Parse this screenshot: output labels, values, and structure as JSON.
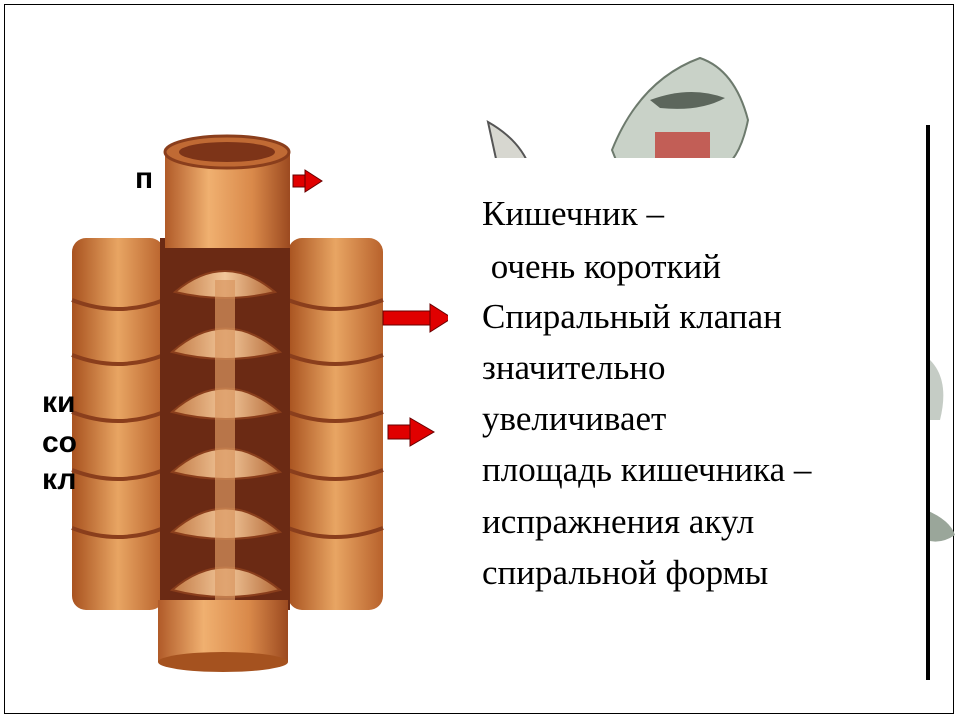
{
  "slide": {
    "lines": [
      "Кишечник –",
      " очень короткий",
      "Спиральный клапан",
      "значительно",
      "увеличивает",
      "площадь кишечника –",
      "испражнения акул",
      "спиральной формы"
    ],
    "partial_labels": [
      "п",
      "ки",
      "со",
      "кл"
    ]
  },
  "colors": {
    "intestine_main": "#d98a4a",
    "intestine_dark": "#8a3e1c",
    "arrow": "#e00000",
    "shark": "#c8d0c8"
  },
  "icons": [
    "arrow-right-icon"
  ]
}
